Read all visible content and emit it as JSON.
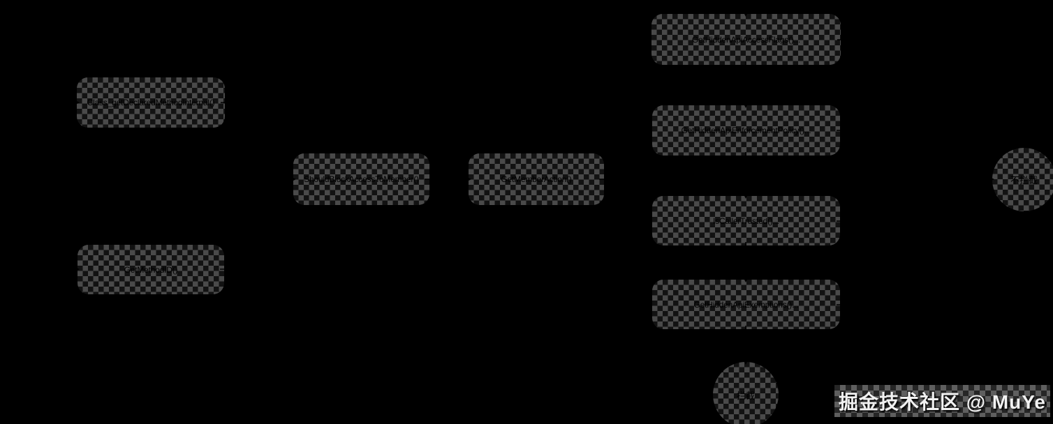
{
  "diagram": {
    "nodes": [
      {
        "id": "class_getDeclaredMethodInternal",
        "label": "Class_getDeclaredMethodInternal()",
        "fill": "#E1D5E7",
        "border": "#9673A6"
      },
      {
        "id": "getMethodID",
        "label": "GetMethodID()",
        "fill": "#FFE6CC",
        "border": "#D79B00"
      },
      {
        "id": "shouldBlockAccessToMember",
        "label": "ShouldBlockAccessToMember()",
        "fill": "#DAE8FC",
        "border": "#6C8EBF"
      },
      {
        "id": "getMemberAction",
        "label": "GetMemberAction()",
        "fill": "#DAE8FC",
        "border": "#6C8EBF"
      },
      {
        "id": "getHiddenApiAccessFlags",
        "label": "GetHiddenApiAccessFlags()...",
        "fill": "#FCF4CF",
        "border": "#D2AE4E"
      },
      {
        "id": "getHiddenApiEnforcementPolicy",
        "label": "GetHiddenApiEnforcementPolicy()...",
        "fill": "#FCF4CF",
        "border": "#D2AE4E"
      },
      {
        "id": "isCallerTrusted",
        "label": "IsCallerTrusted()...",
        "fill": "#FCF4CF",
        "border": "#D2AE4E"
      },
      {
        "id": "getHiddenApiExemptions",
        "label": "GetHiddenApiExemptions()...",
        "fill": "#FCF4CF",
        "border": "#D2AE4E"
      }
    ],
    "terminals": [
      {
        "id": "no-intercept",
        "label": "不拦截",
        "fill": "#D5E8D4",
        "border": "#82B366"
      },
      {
        "id": "intercept",
        "label": "拦截",
        "fill": "#F8CECC",
        "border": "#B85450"
      }
    ]
  },
  "watermark": {
    "text": "掘金技术社区 @ MuYe"
  },
  "colors": {
    "background": "#000000",
    "node_text": "#000000",
    "watermark_text": "#F2F2F2",
    "connector": "#000000"
  }
}
